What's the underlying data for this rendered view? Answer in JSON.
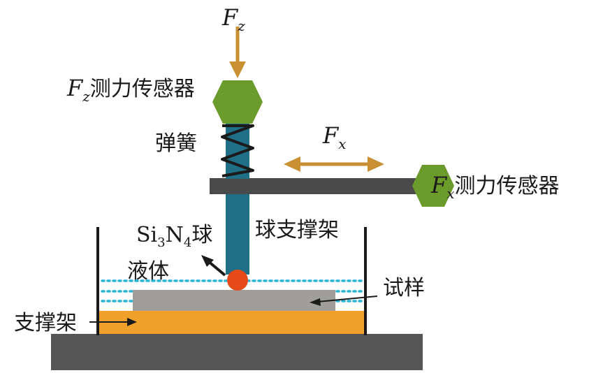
{
  "diagram": {
    "labels": {
      "fz_sym": "F",
      "fz_sub": "z",
      "fz_sensor_sym": "F",
      "fz_sensor_sub": "z",
      "fz_sensor_text": "测力传感器",
      "spring": "弹簧",
      "fx_sym": "F",
      "fx_sub": "x",
      "fx_sensor_sym": "F",
      "fx_sensor_sub": "x",
      "fx_sensor_text": "测力传感器",
      "ball_holder": "球支撑架",
      "ball_si": "Si",
      "ball_3": "3",
      "ball_n": "N",
      "ball_4": "4",
      "ball_text": "球",
      "liquid": "液体",
      "sample": "试样",
      "support": "支撑架"
    },
    "colors": {
      "sensor": "#6a9b2b",
      "rod": "#1f6f86",
      "arm": "#4a4a4a",
      "base": "#555555",
      "arrow": "#c99033",
      "ball": "#e64a19",
      "sample": "#a09e9b",
      "support": "#f0a12a",
      "liquid": "#29b6d6"
    }
  }
}
